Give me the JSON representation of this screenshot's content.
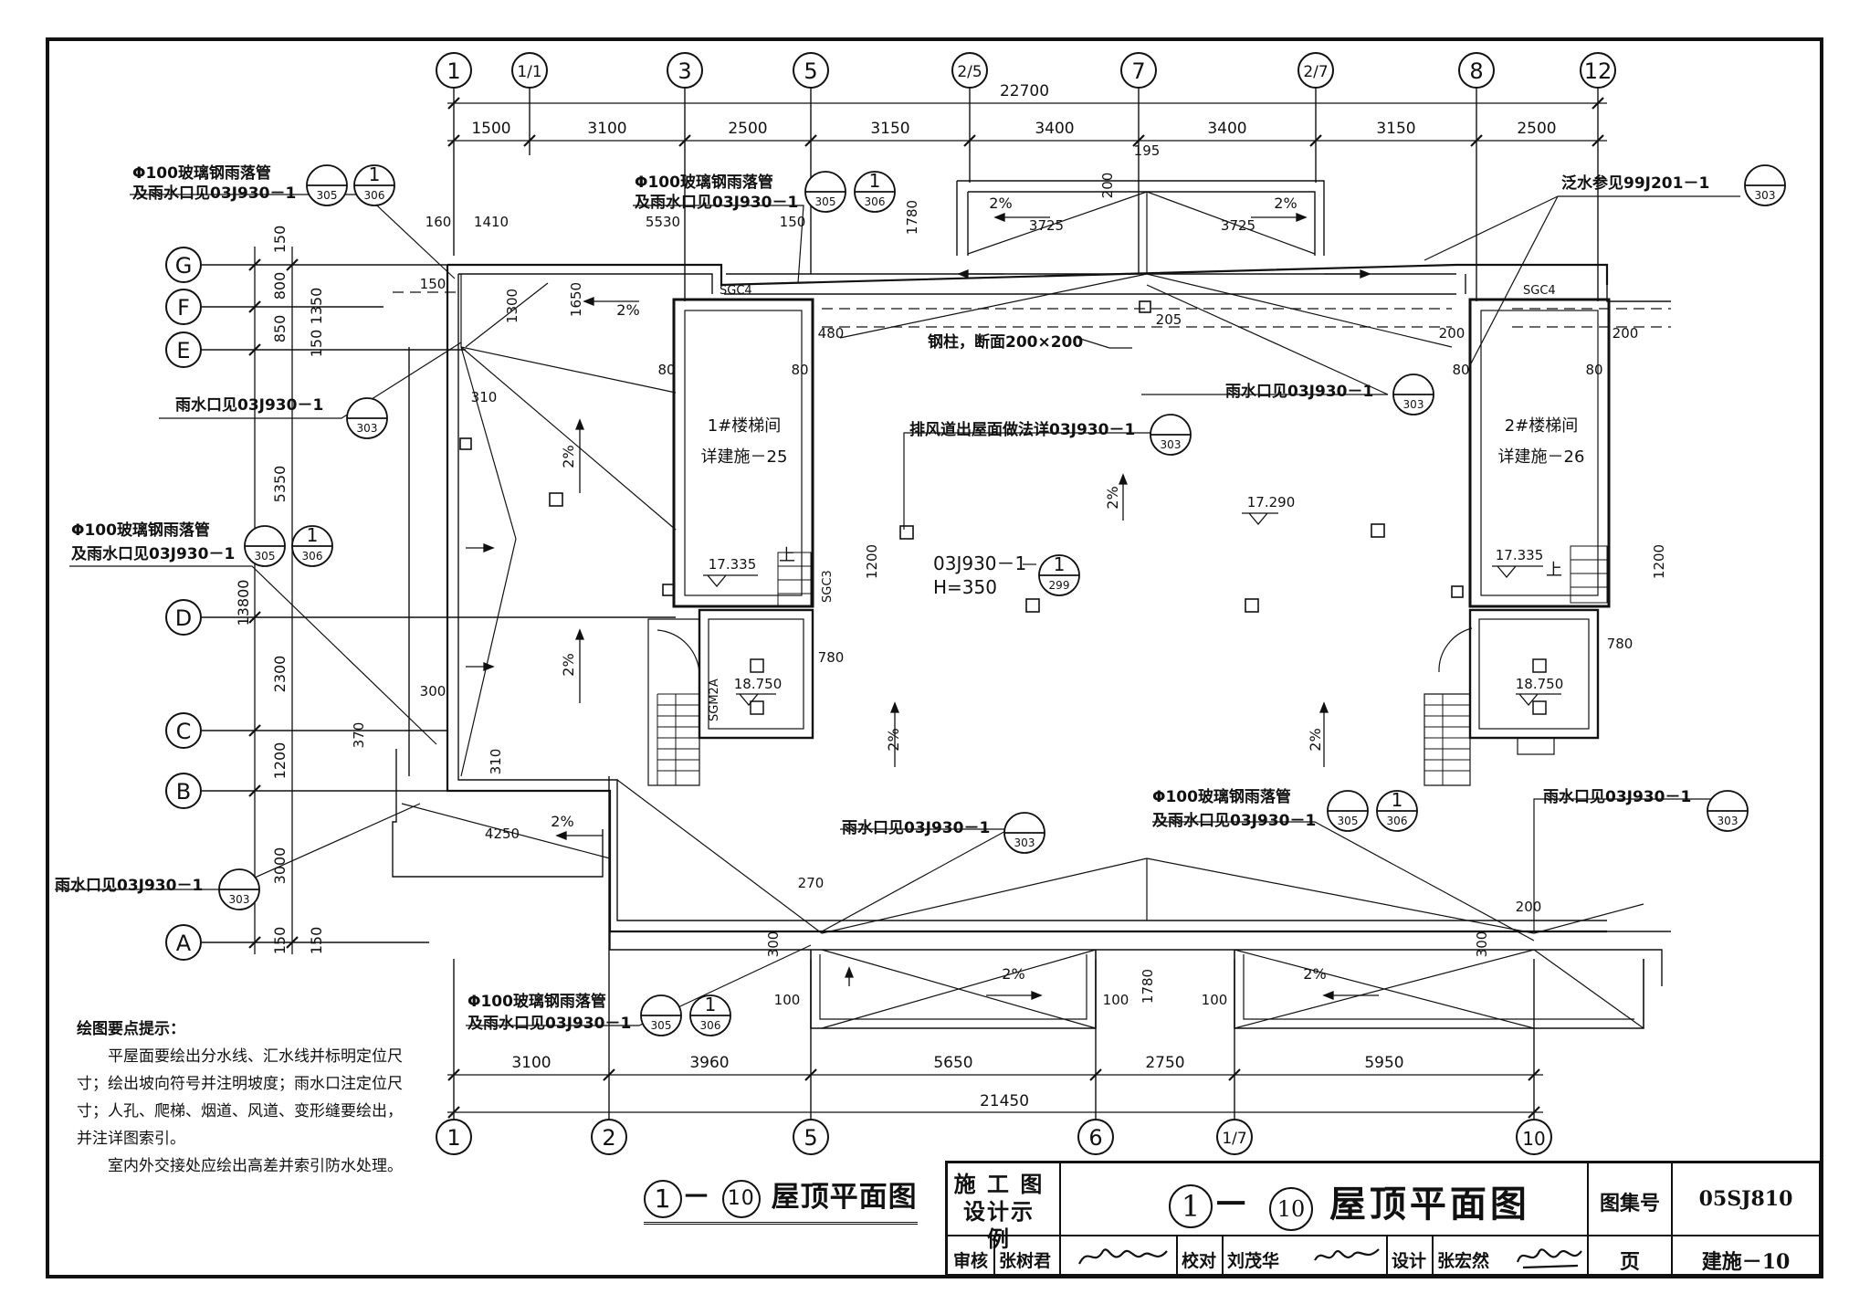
{
  "drawing": {
    "grid_axes_top": [
      "1",
      "1/1",
      "3",
      "5",
      "2/5",
      "7",
      "2/7",
      "8",
      "12"
    ],
    "grid_axes_bottom": [
      "1",
      "2",
      "5",
      "6",
      "1/7",
      "10"
    ],
    "grid_axes_left": [
      "G",
      "F",
      "E",
      "D",
      "C",
      "B",
      "A"
    ],
    "top_total": "22700",
    "top_dims": [
      "1500",
      "3100",
      "2500",
      "3150",
      "3400",
      "3400",
      "3150",
      "2500"
    ],
    "bottom_total": "21450",
    "bottom_dims": [
      "3100",
      "3960",
      "5650",
      "2750",
      "5950"
    ],
    "left_total": "13800",
    "left_dims": [
      "150",
      "800",
      "850",
      "150",
      "1350",
      "5350",
      "2300",
      "1200",
      "3000",
      "150",
      "150"
    ],
    "annotations": {
      "downpipe_label_1": "Φ100玻璃钢雨落管",
      "downpipe_label_2": "及雨水口见03J930－1",
      "outlet_label": "雨水口见03J930－1",
      "flashing_label": "泛水参见99J201－1",
      "steel_column": "钢柱，断面200×200",
      "vent_label": "排风道出屋面做法详03J930－1",
      "stair1_title": "1#楼梯间",
      "stair1_ref": "详建施－25",
      "stair2_title": "2#楼梯间",
      "stair2_ref": "详建施－26",
      "hatch_ref": "03J930－1",
      "hatch_height": "H=350",
      "elev_roof": "17.290",
      "elev_stair": "17.335",
      "elev_stair_roof": "18.750",
      "slope": "2%",
      "sheet_num_303": "303",
      "sheet_num_305": "305",
      "sheet_num_306": "306",
      "sheet_num_299": "299",
      "detail_1": "1",
      "window_sgc4": "SGC4",
      "window_sgc3": "SGC3",
      "window_sgm2a": "SGM2A",
      "up": "上",
      "dims_misc": [
        "160",
        "1410",
        "5530",
        "150",
        "195",
        "200",
        "1780",
        "3725",
        "3725",
        "150",
        "1300",
        "1650",
        "480",
        "205",
        "200",
        "200",
        "80",
        "80",
        "310",
        "780",
        "780",
        "1200",
        "150",
        "300",
        "370",
        "310",
        "4250",
        "270",
        "300",
        "100",
        "100",
        "100",
        "1780",
        "200",
        "300"
      ]
    }
  },
  "notes": {
    "title": "绘图要点提示：",
    "p1": "平屋面要绘出分水线、汇水线并标明定位尺寸；绘出坡向符号并注明坡度；雨水口注定位尺寸；人孔、爬梯、烟道、风道、变形缝要绘出，并注详图索引。",
    "p2": "室内外交接处应绘出高差并索引防水处理。"
  },
  "caption": {
    "from": "1",
    "dash": "－",
    "to": "10",
    "text": "屋顶平面图"
  },
  "title_block": {
    "category_line1": "施 工 图",
    "category_line2": "设计示例",
    "title_from": "1",
    "title_dash": "－",
    "title_to": "10",
    "title_text": "屋顶平面图",
    "atlas_label": "图集号",
    "atlas_value": "05SJ810",
    "review_label": "审核",
    "review_name": "张树君",
    "check_label": "校对",
    "check_name": "刘茂华",
    "design_label": "设计",
    "design_name": "张宏然",
    "page_label": "页",
    "page_value": "建施－10"
  }
}
